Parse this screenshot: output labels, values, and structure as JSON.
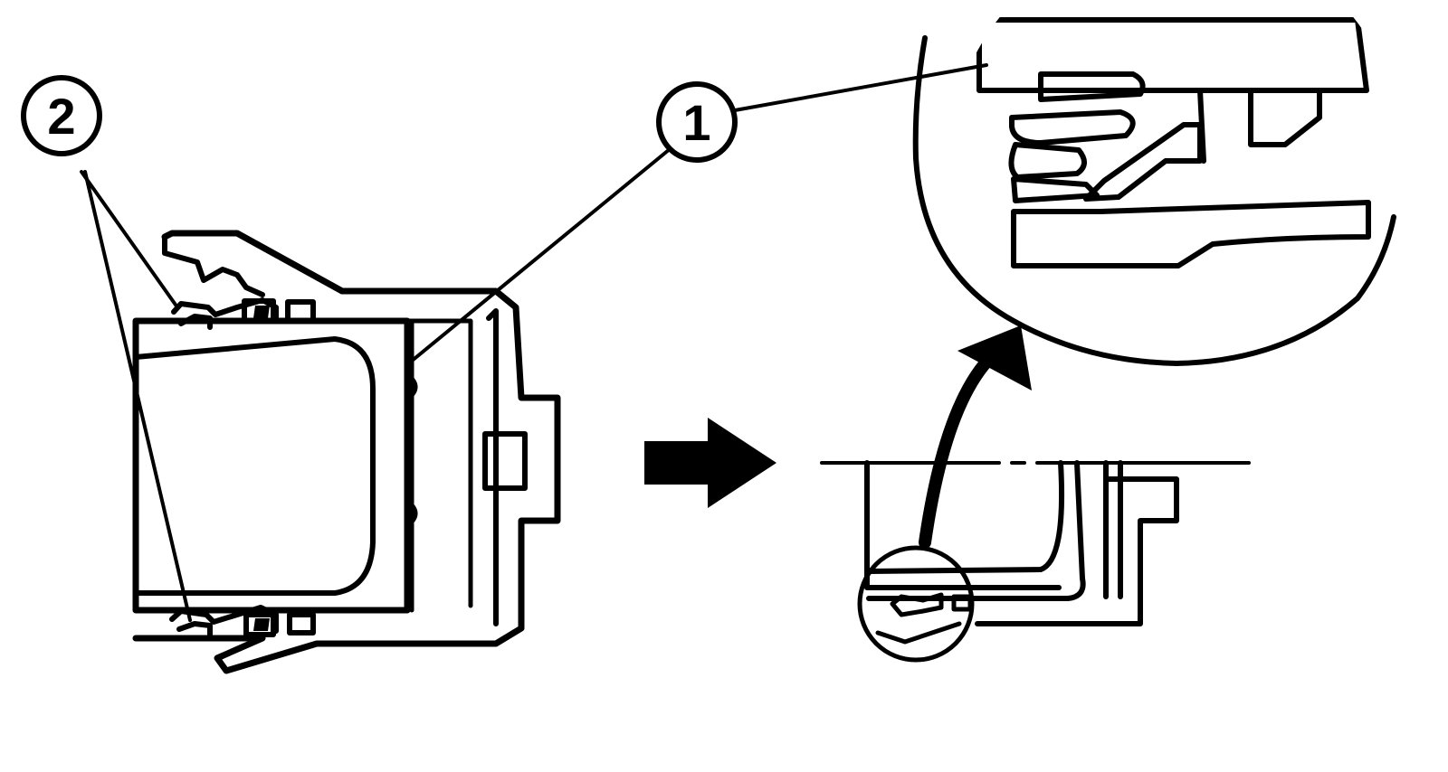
{
  "callouts": [
    {
      "id": "callout-1",
      "label": "1"
    },
    {
      "id": "callout-2",
      "label": "2"
    }
  ],
  "colors": {
    "ink": "#000000",
    "background": "#ffffff"
  }
}
